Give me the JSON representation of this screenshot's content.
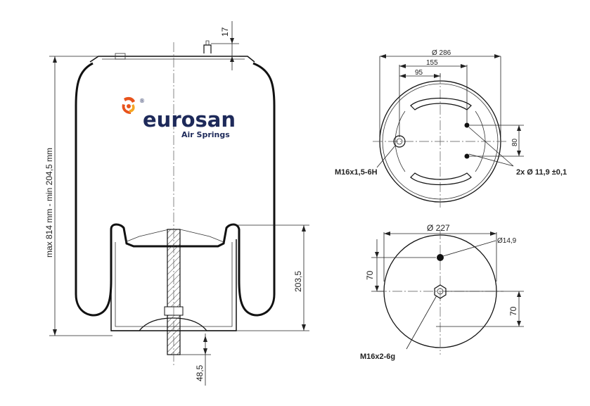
{
  "logo": {
    "name": "eurosan",
    "registered": "®",
    "tagline": "Air Springs",
    "colors": {
      "text": "#1e2a5a",
      "mark_primary": "#e8531c",
      "mark_secondary": "#f5a623"
    }
  },
  "side_view": {
    "height_dimension": "max 814 mm - min 204,5 mm",
    "top_dimension": "17",
    "piston_height": "203,5",
    "stud_length": "48,5"
  },
  "top_view": {
    "diameter": "Ø 286",
    "offset_155": "155",
    "offset_95": "95",
    "spacing_80": "80",
    "thread_label": "M16x1,5-6H",
    "holes_label": "2x Ø 11,9 ±0,1"
  },
  "bottom_view": {
    "diameter": "Ø 227",
    "hole_diameter": "Ø14,9",
    "offset_left": "70",
    "offset_right": "70",
    "thread_label": "M16x2-6g"
  }
}
